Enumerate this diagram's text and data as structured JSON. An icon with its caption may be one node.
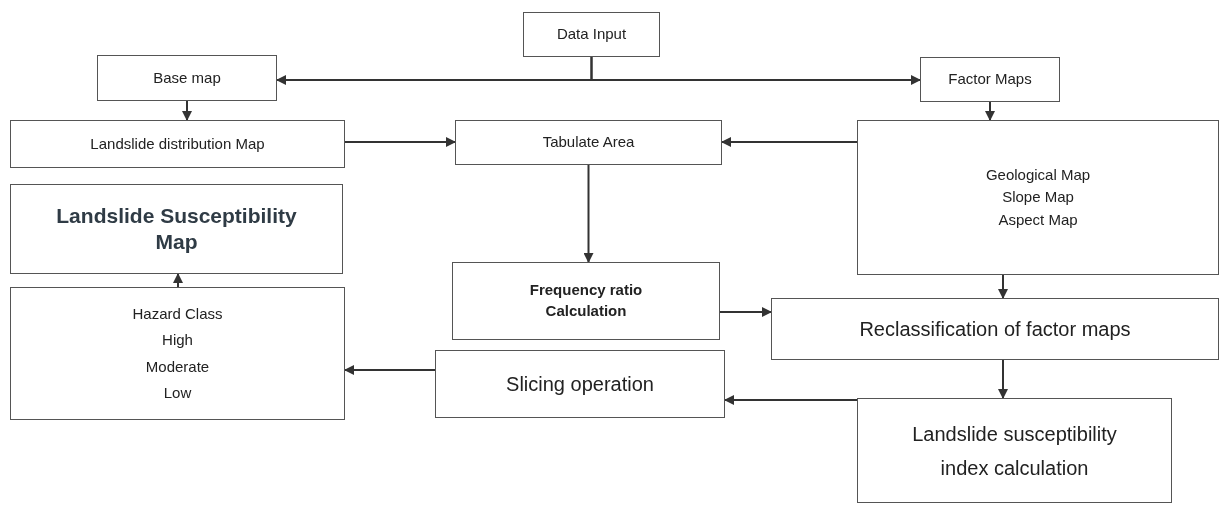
{
  "diagram": {
    "nodes": [
      {
        "text": [
          "Data Input"
        ]
      },
      {
        "text": [
          "Base map"
        ]
      },
      {
        "text": [
          "Factor Maps"
        ]
      },
      {
        "text": [
          "Landslide distribution Map"
        ]
      },
      {
        "text": [
          "Tabulate Area"
        ]
      },
      {
        "text": [
          "Geological Map",
          "Slope Map",
          "Aspect Map"
        ]
      },
      {
        "text": [
          "Landslide Susceptibility Map"
        ]
      },
      {
        "text": [
          "Frequency ratio Calculation"
        ]
      },
      {
        "text": [
          "Hazard Class",
          "High",
          "Moderate",
          "Low"
        ]
      },
      {
        "text": [
          "Reclassification of factor maps"
        ]
      },
      {
        "text": [
          "Slicing operation"
        ]
      },
      {
        "text": [
          "Landslide susceptibility index calculation"
        ]
      }
    ],
    "edges": [
      {
        "from": 0,
        "to": 1,
        "arrow": "to"
      },
      {
        "from": 0,
        "to": 2,
        "arrow": "to"
      },
      {
        "from": 1,
        "to": 3,
        "arrow": "to"
      },
      {
        "from": 2,
        "to": 5,
        "arrow": "to"
      },
      {
        "from": 3,
        "to": 4,
        "arrow": "to"
      },
      {
        "from": 5,
        "to": 4,
        "arrow": "to"
      },
      {
        "from": 4,
        "to": 7,
        "arrow": "to"
      },
      {
        "from": 7,
        "to": 9,
        "arrow": "to"
      },
      {
        "from": 5,
        "to": 9,
        "arrow": "to"
      },
      {
        "from": 9,
        "to": 11,
        "arrow": "to"
      },
      {
        "from": 11,
        "to": 10,
        "arrow": "to"
      },
      {
        "from": 10,
        "to": 8,
        "arrow": "to"
      },
      {
        "from": 8,
        "to": 6,
        "arrow": "to"
      }
    ]
  }
}
